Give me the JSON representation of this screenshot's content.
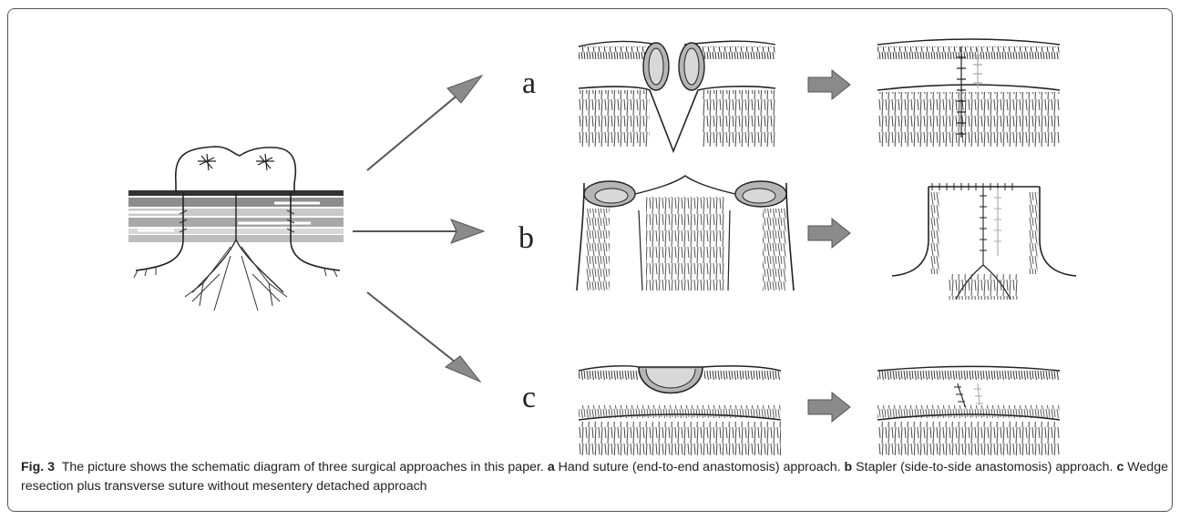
{
  "figure": {
    "panel_labels": [
      "a",
      "b",
      "c"
    ],
    "caption": {
      "figure_label": "Fig. 3",
      "intro": "The picture shows the schematic diagram of three surgical approaches in this paper.",
      "parts": [
        {
          "letter": "a",
          "text": "Hand suture (end-to-end anastomosis) approach."
        },
        {
          "letter": "b",
          "text": "Stapler (side-to-side anastomosis) approach."
        },
        {
          "letter": "c",
          "text": "Wedge resection plus transverse suture without mesentery detached approach"
        }
      ]
    },
    "colors": {
      "border": "#555555",
      "ink": "#222222",
      "arrow_fill": "#8a8a8a",
      "tissue_gray": "#b5b5b5",
      "tissue_light": "#d8d8d8"
    },
    "icons": [
      "left-diagram-icon",
      "arrow-icon",
      "intestine-drawing-icon",
      "stitch-line-icon"
    ]
  }
}
